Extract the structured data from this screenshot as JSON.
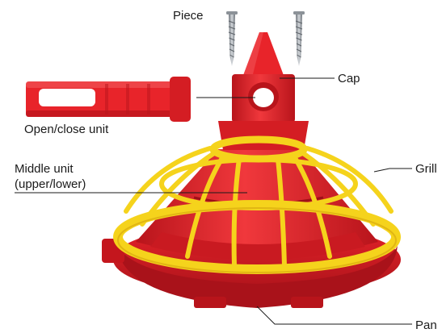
{
  "labels": {
    "piece": "Piece",
    "cap": "Cap",
    "open_close_unit": "Open/close unit",
    "middle_unit_line1": "Middle unit",
    "middle_unit_line2": "(upper/lower)",
    "grill": "Grill",
    "pan": "Pan"
  },
  "colors": {
    "red": "#e8242a",
    "red_dark": "#b8141b",
    "yellow": "#f5d31c",
    "yellow_dark": "#d9a90f",
    "screw": "#9aa0a6",
    "line": "#1a1a1a"
  }
}
